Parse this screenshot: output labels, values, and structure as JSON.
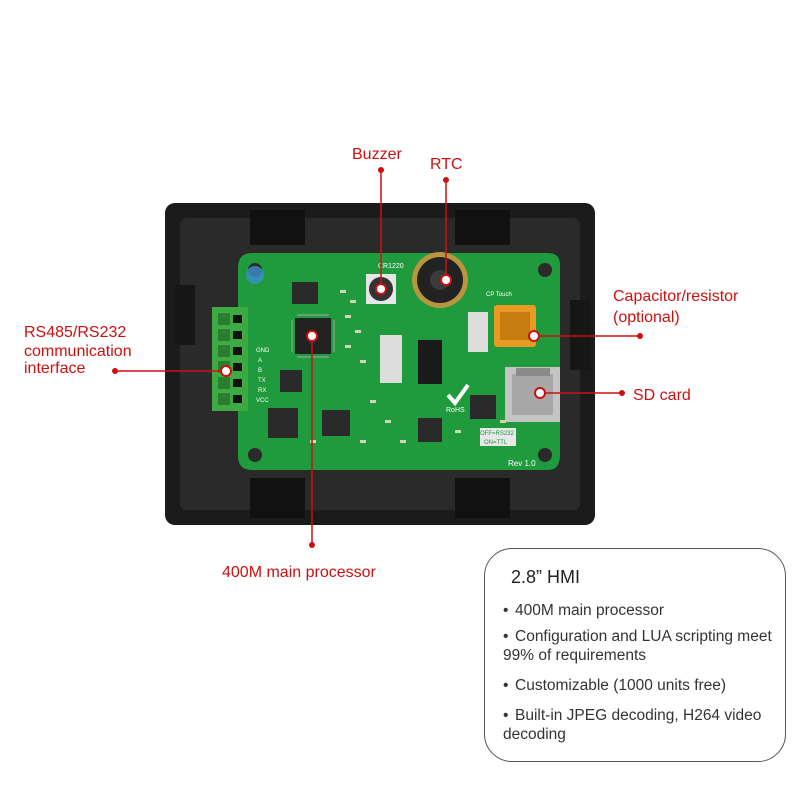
{
  "callouts": {
    "buzzer": "Buzzer",
    "rtc": "RTC",
    "capacitor_line1": "Capacitor/resistor",
    "capacitor_line2": "(optional)",
    "rs485_line1": "RS485/RS232",
    "rs485_line2": "communication",
    "rs485_line3": "interface",
    "sd_card": "SD card",
    "processor": "400M main processor"
  },
  "board_silkscreen": {
    "battery": "CR1220",
    "touch": "CP Touch",
    "rev": "Rev 1.0",
    "rohs": "RoHS",
    "switch_top": "OFF=RS232",
    "switch_bottom": "ON=TTL",
    "pins": [
      "GND",
      "A",
      "B",
      "TX",
      "RX",
      "VCC"
    ]
  },
  "spec_card": {
    "title": "2.8” HMI",
    "features": [
      "400M main processor",
      "Configuration and LUA scripting meet 99% of requirements",
      "Customizable (1000 units free)",
      "Built-in JPEG decoding, H264 video decoding"
    ]
  },
  "colors": {
    "callout": "#cf0f0f",
    "pcb": "#1f9a3c",
    "housing": "#1c1c1c"
  }
}
